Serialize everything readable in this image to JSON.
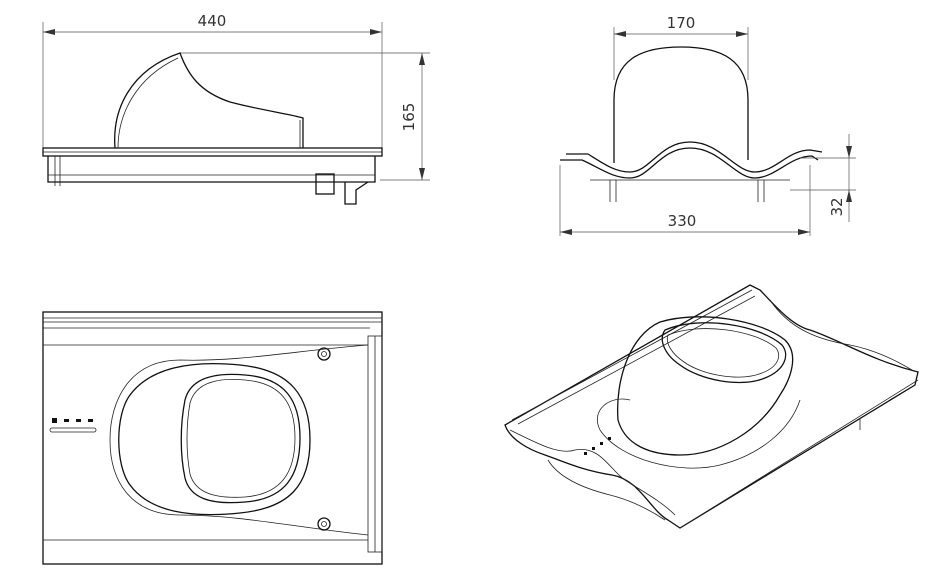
{
  "dimensions": {
    "side_width": "440",
    "side_height": "165",
    "front_top_width": "170",
    "front_bottom_width": "330",
    "front_base_height": "32"
  },
  "views": [
    {
      "name": "side-view"
    },
    {
      "name": "front-view"
    },
    {
      "name": "top-view"
    },
    {
      "name": "isometric-view"
    }
  ],
  "colors": {
    "line": "#111111",
    "dimension": "#555555",
    "background": "#ffffff"
  }
}
